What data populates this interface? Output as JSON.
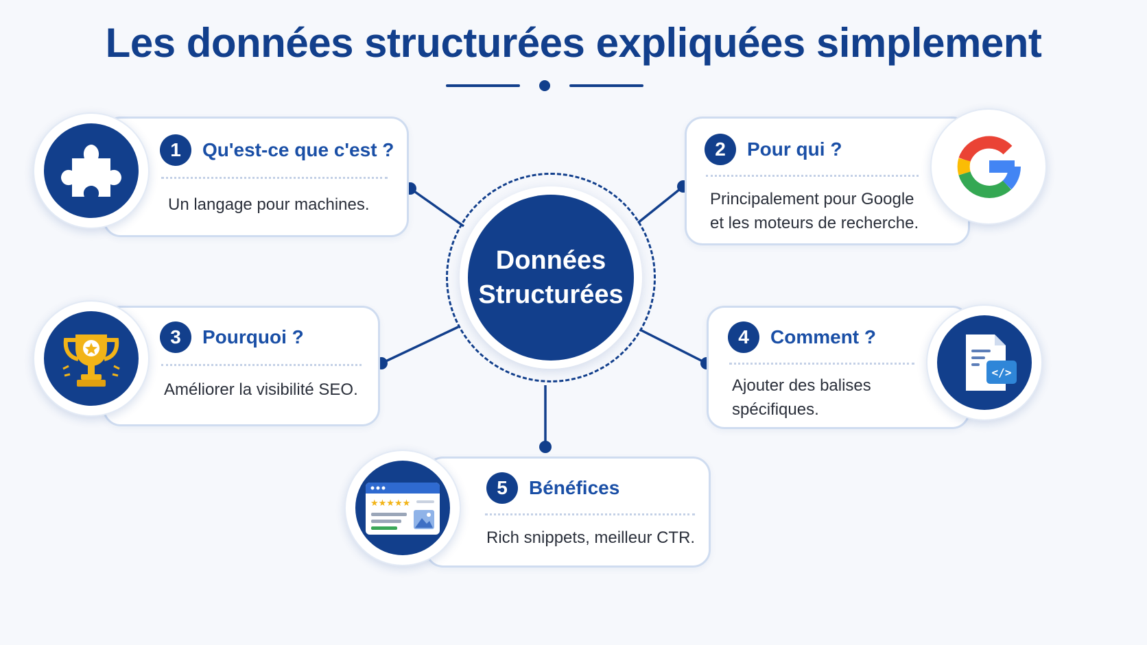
{
  "title": "Les données structurées expliquées simplement",
  "hub": {
    "line1": "Données",
    "line2": "Structurées"
  },
  "cards": [
    {
      "number": "1",
      "title": "Qu'est-ce que c'est ?",
      "text_lines": [
        "Un langage pour machines."
      ],
      "icon": "puzzle-icon"
    },
    {
      "number": "2",
      "title": "Pour qui ?",
      "text_lines": [
        "Principalement pour Google",
        "et les moteurs de recherche."
      ],
      "icon": "google-icon"
    },
    {
      "number": "3",
      "title": "Pourquoi ?",
      "text_lines": [
        "Améliorer la visibilité SEO."
      ],
      "icon": "trophy-icon"
    },
    {
      "number": "4",
      "title": "Comment ?",
      "text_lines": [
        "Ajouter des balises",
        "spécifiques."
      ],
      "icon": "code-document-icon"
    },
    {
      "number": "5",
      "title": "Bénéfices",
      "text_lines": [
        "Rich snippets, meilleur CTR."
      ],
      "icon": "rich-snippet-icon"
    }
  ],
  "colors": {
    "primary": "#123f8c",
    "accent": "#1a4fa6",
    "card_border": "#cfdcf0",
    "background": "#f6f8fc",
    "gold": "#f2b418"
  }
}
